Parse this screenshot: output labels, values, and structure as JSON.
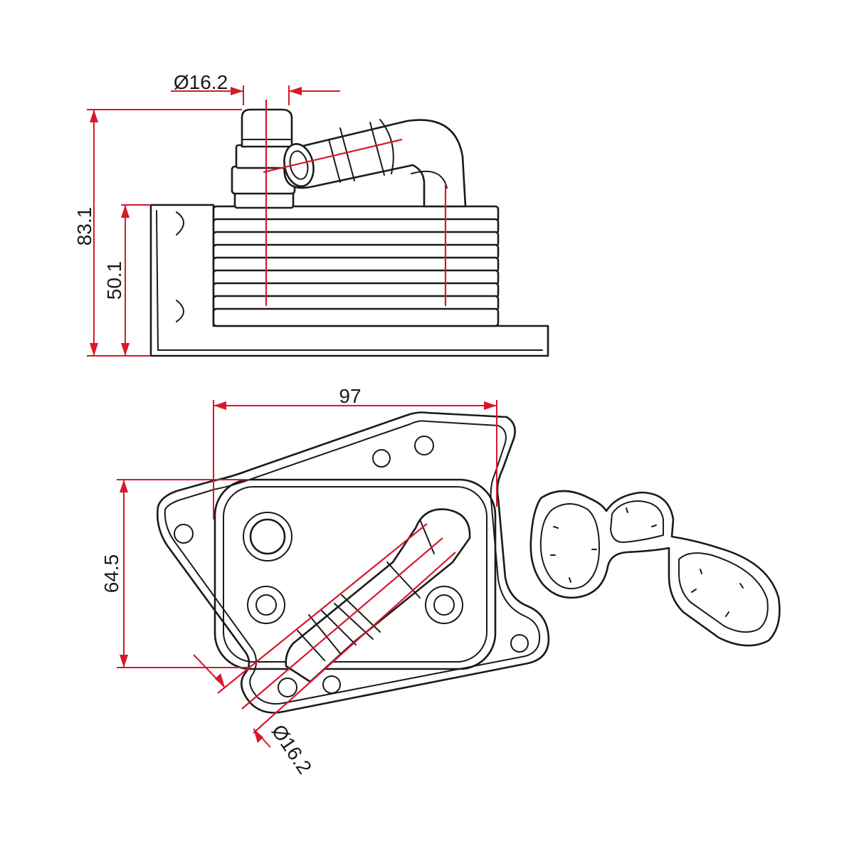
{
  "dimensions": {
    "top_port_diameter": "Ø16.2",
    "overall_height": "83.1",
    "base_height": "50.1",
    "width": "97",
    "depth": "64.5",
    "bottom_port_diameter": "Ø16.2"
  },
  "colors": {
    "outline": "#1a1a1a",
    "dimension": "#d8182b",
    "background": "#ffffff"
  }
}
